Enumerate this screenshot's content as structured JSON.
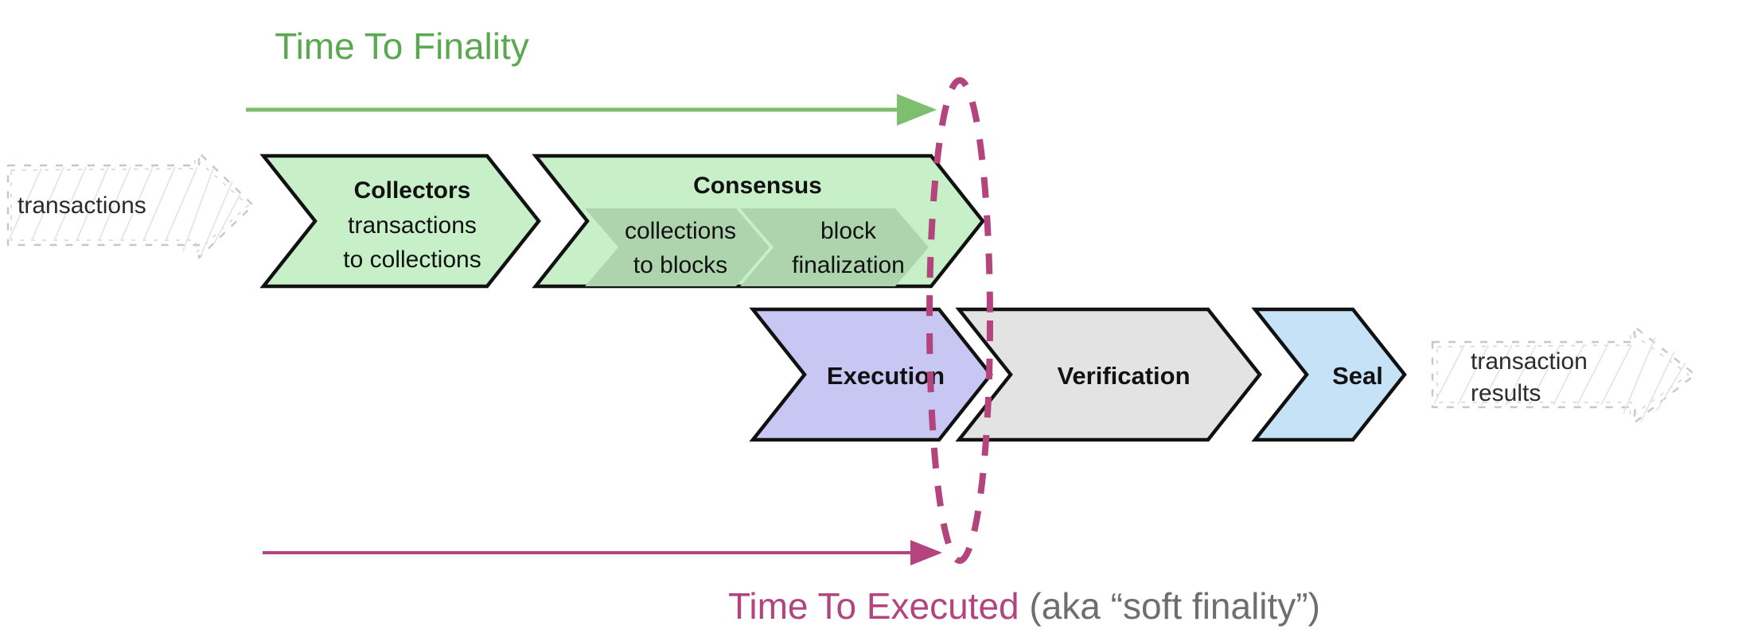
{
  "diagram": {
    "kind": "flow-pipeline-diagram",
    "background_color": "#ffffff"
  },
  "captions": {
    "top": {
      "text": "Time To Finality",
      "color": "#5aa84f"
    },
    "bottom_highlight": {
      "text": "Time To Executed",
      "color": "#b4447e"
    },
    "bottom_note": {
      "text": " (aka “soft finality”)",
      "color": "#6e6e6e"
    }
  },
  "arrows": {
    "finality_arrow": {
      "name": "time-to-finality-arrow",
      "color": "#7dbf6e"
    },
    "executed_arrow": {
      "name": "time-to-executed-arrow",
      "color": "#b4447e"
    }
  },
  "ellipse": {
    "name": "finality-boundary-ellipse",
    "color": "#b4447e",
    "style": "dashed"
  },
  "inputs": {
    "transactions": {
      "label": "transactions",
      "style": "sketchy-arrow"
    }
  },
  "outputs": {
    "results": {
      "line1": "transaction",
      "line2": "results",
      "style": "sketchy-arrow"
    }
  },
  "top_row": {
    "stages": [
      {
        "id": "collectors",
        "title": "Collectors",
        "sub_line1": "transactions",
        "sub_line2": "to collections",
        "fill": "#c8f0c8",
        "stroke": "#111111"
      },
      {
        "id": "consensus",
        "title": "Consensus",
        "fill": "#c8f0c8",
        "stroke": "#111111",
        "substages": [
          {
            "id": "collections-to-blocks",
            "line1": "collections",
            "line2": "to blocks",
            "fill": "#aed4ae"
          },
          {
            "id": "block-finalization",
            "line1": "block",
            "line2": "finalization",
            "fill": "#aed4ae"
          }
        ]
      }
    ]
  },
  "bottom_row": {
    "stages": [
      {
        "id": "execution",
        "label": "Execution",
        "fill": "#c8c6f2",
        "stroke": "#111111"
      },
      {
        "id": "verification",
        "label": "Verification",
        "fill": "#e3e3e3",
        "stroke": "#111111"
      },
      {
        "id": "seal",
        "label": "Seal",
        "fill": "#c5e2f7",
        "stroke": "#111111"
      }
    ]
  }
}
